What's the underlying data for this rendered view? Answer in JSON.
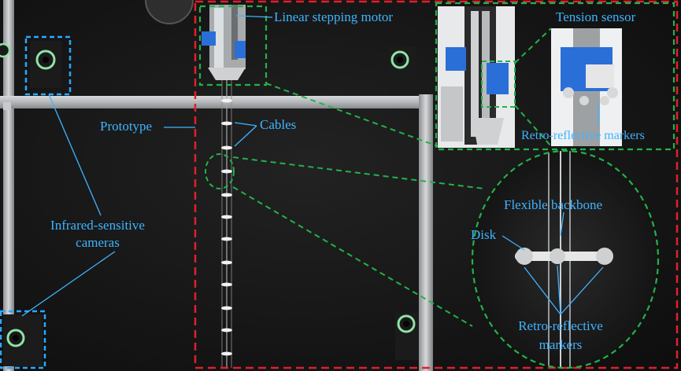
{
  "labels": {
    "motor": "Linear stepping motor",
    "tension": "Tension  sensor",
    "markers_top": "Retro-reflective markers",
    "prototype": "Prototype",
    "cables": "Cables",
    "cameras_line1": "Infrared-sensitive",
    "cameras_line2": "cameras",
    "backbone": "Flexible backbone",
    "disk": "Disk",
    "markers_bottom_line1": "Retro-reflective",
    "markers_bottom_line2": "markers"
  },
  "colors": {
    "label_text": "#3fb4ff",
    "camera_box": "#2aa8ff",
    "prototype_box": "#e0202a",
    "zoom_box": "#22b24a",
    "background": "#141414",
    "frame": "#b9bcbe"
  }
}
